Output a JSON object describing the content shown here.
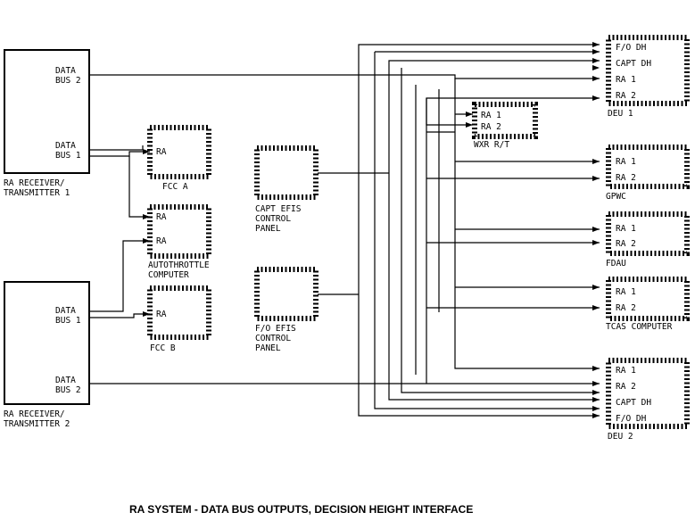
{
  "caption": "RA SYSTEM - DATA BUS OUTPUTS, DECISION HEIGHT INTERFACE",
  "ra1": {
    "title_l1": "RA RECEIVER/",
    "title_l2": "TRANSMITTER 1",
    "bus2_l1": "DATA",
    "bus2_l2": "BUS 2",
    "bus1_l1": "DATA",
    "bus1_l2": "BUS 1"
  },
  "ra2": {
    "title_l1": "RA RECEIVER/",
    "title_l2": "TRANSMITTER 2",
    "bus1_l1": "DATA",
    "bus1_l2": "BUS 1",
    "bus2_l1": "DATA",
    "bus2_l2": "BUS 2"
  },
  "fcc_a": {
    "port": "RA",
    "label": "FCC A"
  },
  "autothrottle": {
    "port1": "RA",
    "port2": "RA",
    "label_l1": "AUTOTHROTTLE",
    "label_l2": "COMPUTER"
  },
  "fcc_b": {
    "port": "RA",
    "label": "FCC B"
  },
  "capt_efis": {
    "l1": "CAPT EFIS",
    "l2": "CONTROL",
    "l3": "PANEL"
  },
  "fo_efis": {
    "l1": "F/O EFIS",
    "l2": "CONTROL",
    "l3": "PANEL"
  },
  "deu1": {
    "p1": "F/O DH",
    "p2": "CAPT DH",
    "p3": "RA 1",
    "p4": "RA 2",
    "label": "DEU 1"
  },
  "wxr": {
    "p1": "RA 1",
    "p2": "RA 2",
    "label": "WXR R/T"
  },
  "gpwc": {
    "p1": "RA 1",
    "p2": "RA 2",
    "label": "GPWC"
  },
  "fdau": {
    "p1": "RA 1",
    "p2": "RA 2",
    "label": "FDAU"
  },
  "tcas": {
    "p1": "RA 1",
    "p2": "RA 2",
    "label": "TCAS COMPUTER"
  },
  "deu2": {
    "p1": "RA 1",
    "p2": "RA 2",
    "p3": "CAPT DH",
    "p4": "F/O DH",
    "label": "DEU 2"
  }
}
